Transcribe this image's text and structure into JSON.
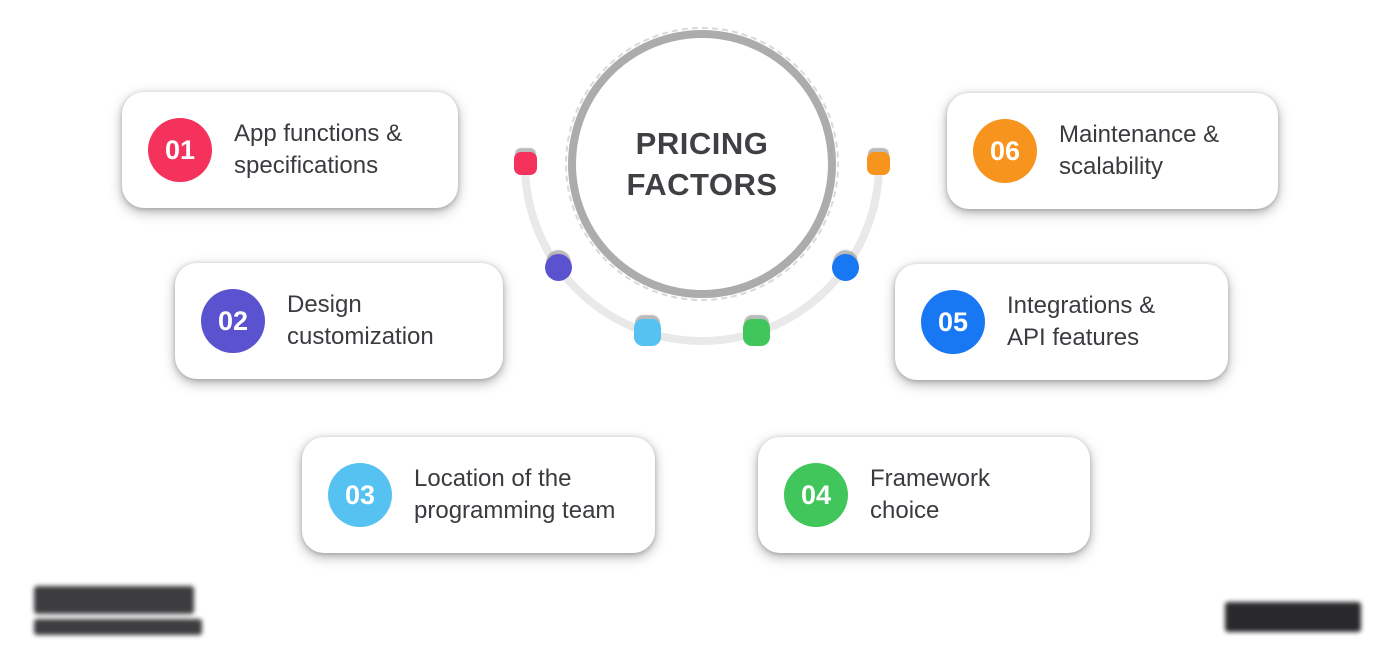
{
  "center": {
    "title_line1": "PRICING",
    "title_line2": "FACTORS",
    "ring_color": "#ACACAC"
  },
  "arc": {
    "color": "#E9E9E9"
  },
  "factors": [
    {
      "number": "01",
      "label": "App functions &\nspecifications",
      "color": "#F5325B",
      "dot_shape": "rounded-square"
    },
    {
      "number": "02",
      "label": "Design\ncustomization",
      "color": "#5A52CE",
      "dot_shape": "circle"
    },
    {
      "number": "03",
      "label": "Location of the\nprogramming team",
      "color": "#56C2F1",
      "dot_shape": "rounded-square"
    },
    {
      "number": "04",
      "label": "Framework\nchoice",
      "color": "#41C65C",
      "dot_shape": "rounded-square"
    },
    {
      "number": "05",
      "label": "Integrations &\nAPI features",
      "color": "#1877F2",
      "dot_shape": "circle"
    },
    {
      "number": "06",
      "label": "Maintenance &\nscalability",
      "color": "#F7941D",
      "dot_shape": "rounded-square"
    }
  ],
  "footer": {
    "left_logo_icon": "blurred-company-logo",
    "right_logo_icon": "blurred-brand-wordmark"
  }
}
